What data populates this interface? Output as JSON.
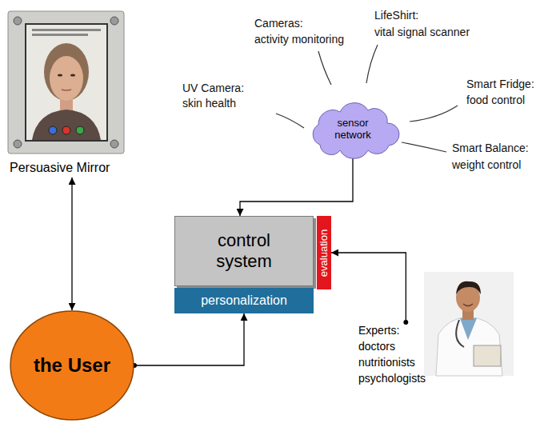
{
  "diagram": {
    "nodes": [
      {
        "text": [
          "Persuasive Mirror"
        ]
      },
      {
        "text": [
          "sensor network"
        ]
      },
      {
        "text": [
          "control system"
        ]
      },
      {
        "text": [
          "evaluation"
        ]
      },
      {
        "text": [
          "personalization"
        ]
      },
      {
        "text": [
          "the User"
        ]
      },
      {
        "text": [
          "Experts:",
          "doctors nutritionists psychologists"
        ]
      }
    ],
    "edges": [
      {
        "from": 0,
        "to": 5,
        "arrow": "both"
      },
      {
        "from": 1,
        "to": 2,
        "arrow": "to"
      },
      {
        "from": 5,
        "to": 4,
        "arrow": "to"
      },
      {
        "from": 6,
        "to": 3,
        "arrow": "to"
      }
    ],
    "labels": [
      "Cameras:",
      "activity monitoring",
      "LifeShirt:",
      "vital signal scanner",
      "UV Camera:",
      "skin health",
      "Smart Fridge:",
      "food control",
      "Smart Balance:",
      "weight control"
    ]
  }
}
